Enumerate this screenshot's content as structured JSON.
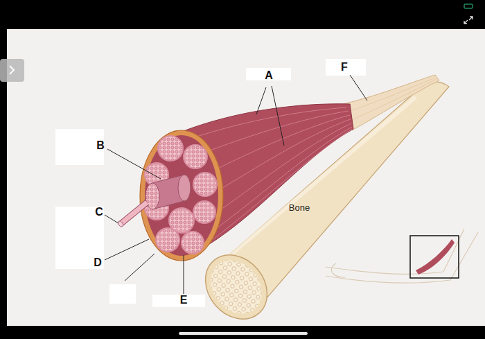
{
  "diagram": {
    "labels": [
      "F",
      "A",
      "B",
      "Bone",
      "C",
      "D",
      "E"
    ]
  }
}
